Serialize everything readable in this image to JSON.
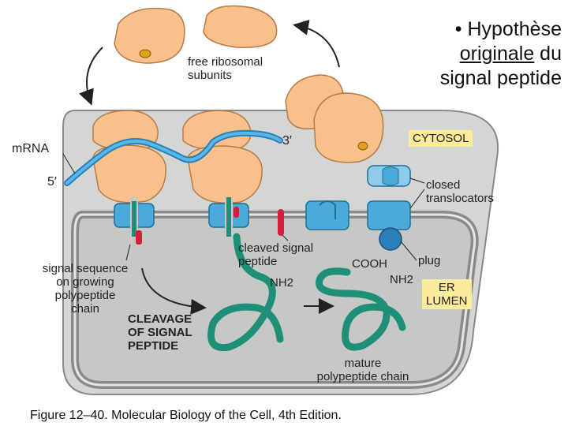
{
  "slide_title": {
    "bullet": "•",
    "line1": "Hypothèse",
    "line2_underlined": "originale",
    "line2_rest": " du",
    "line3": "signal peptide"
  },
  "labels": {
    "free_subunits": "free ribosomal\nsubunits",
    "mrna": "mRNA",
    "five_prime": "5′",
    "three_prime": "3′",
    "cytosol": "CYTOSOL",
    "closed_translocators": "closed\ntranslocators",
    "cleaved_signal_peptide": "cleaved signal\npeptide",
    "cooh": "COOH",
    "plug": "plug",
    "nh2_left": "NH2",
    "nh2_right": "NH2",
    "er_lumen": "ER\nLUMEN",
    "signal_sequence": "signal sequence\non growing\npolypeptide\nchain",
    "cleavage": "CLEAVAGE\nOF SIGNAL\nPEPTIDE",
    "mature_chain": "mature\npolypeptide chain"
  },
  "caption": "Figure 12–40. Molecular Biology of the Cell, 4th Edition.",
  "colors": {
    "ribosome": "#f8c18c",
    "ribosome_stroke": "#b57a48",
    "mrna": "#3aa0d8",
    "translocator": "#4aaad8",
    "polypeptide": "#1f8f78",
    "signal_peptide": "#d3203a",
    "membrane_outer": "#9a9a9a",
    "cytosol_bg": "#d4d6d4",
    "lumen_bg": "#c6c8c6",
    "label_box": "#fbeb9b"
  }
}
